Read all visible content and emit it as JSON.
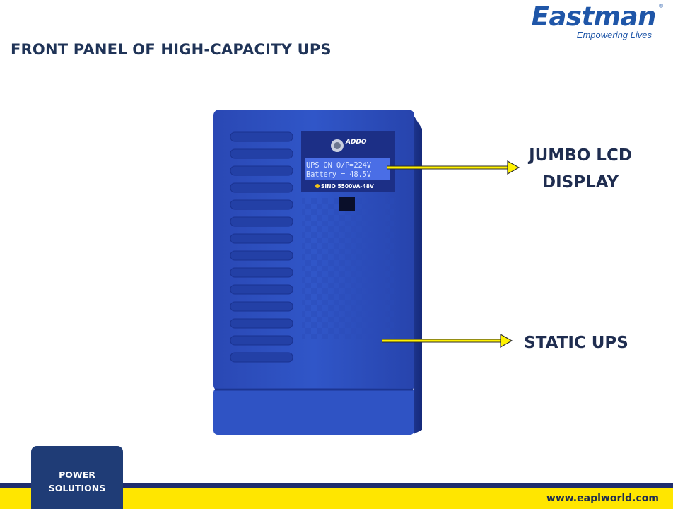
{
  "slide": {
    "title": "FRONT PANEL OF HIGH-CAPACITY UPS"
  },
  "brand": {
    "name": "Eastman",
    "registered_mark": "®",
    "tagline": "Empowering Lives",
    "color": "#1f56a8"
  },
  "device": {
    "logo_text": "ADDO",
    "lcd_line_1": "UPS ON O/P=224V",
    "lcd_line_2": "Battery = 48.5V",
    "model": "SINO 5500VA-48V",
    "body_color": "#2c4fbf",
    "lcd_color": "#4a6ee6"
  },
  "callouts": {
    "lcd_label_line_1": "JUMBO LCD",
    "lcd_label_line_2": "DISPLAY",
    "static_label": "STATIC UPS",
    "arrow_color": "#fff200"
  },
  "footer": {
    "section_tab": "POWER SOLUTIONS",
    "section_tab_line_1": "POWER",
    "section_tab_line_2": "SOLUTIONS",
    "website": "www.eaplworld.com"
  }
}
